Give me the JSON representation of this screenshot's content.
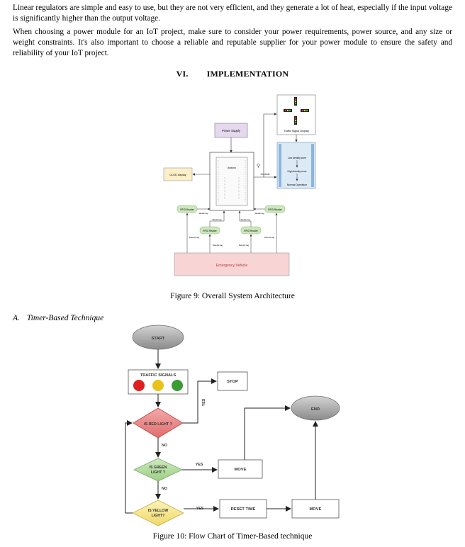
{
  "paragraphs": [
    "Linear regulators are simple and easy to use, but they are not very efficient, and they generate a lot of heat, especially if the input voltage is significantly higher than the output voltage.",
    "When choosing a power module for an IoT project, make sure to consider your power requirements, power source, and any size or weight constraints. It's also important to choose a reliable and reputable supplier for your power module to ensure the safety and reliability of your IoT project."
  ],
  "section": {
    "number": "VI.",
    "title": "IMPLEMENTATION"
  },
  "figure9": {
    "caption": "Figure 9: Overall System Architecture",
    "labels": {
      "power_supply": "Power Supply",
      "traffic_display": "Traffic Signal Display",
      "low_density": "Low density zone",
      "high_density": "High density zone",
      "normal_operation": "Normal Operation",
      "oled": "OLED display",
      "controls": "Controls",
      "arduino": "Arduino",
      "rfid": "RFID Reader",
      "reads_tag": "Reads tag",
      "detects_tag": "Detects tag",
      "emergency": "Emergency Vehicle"
    }
  },
  "subsection": {
    "letter": "A.",
    "title": "Timer-Based Technique"
  },
  "figure10": {
    "caption": "Figure 10: Flow Chart of Timer-Based technique",
    "labels": {
      "start": "START",
      "traffic_signals": "TRAFFIC SIGNALS",
      "stop": "STOP",
      "end": "END",
      "is_red": "IS RED LIGHT ?",
      "is_green_1": "IS GREEN",
      "is_green_2": "LIGHT ?",
      "is_yellow_1": "IS YELLOW",
      "is_yellow_2": "LIGHT?",
      "yes": "YES",
      "no": "NO",
      "move": "MOVE",
      "reset_time": "RESET TIME"
    },
    "colors": {
      "red": "#dd1f1f",
      "yellow": "#e9c21a",
      "green": "#3b9b35"
    }
  }
}
